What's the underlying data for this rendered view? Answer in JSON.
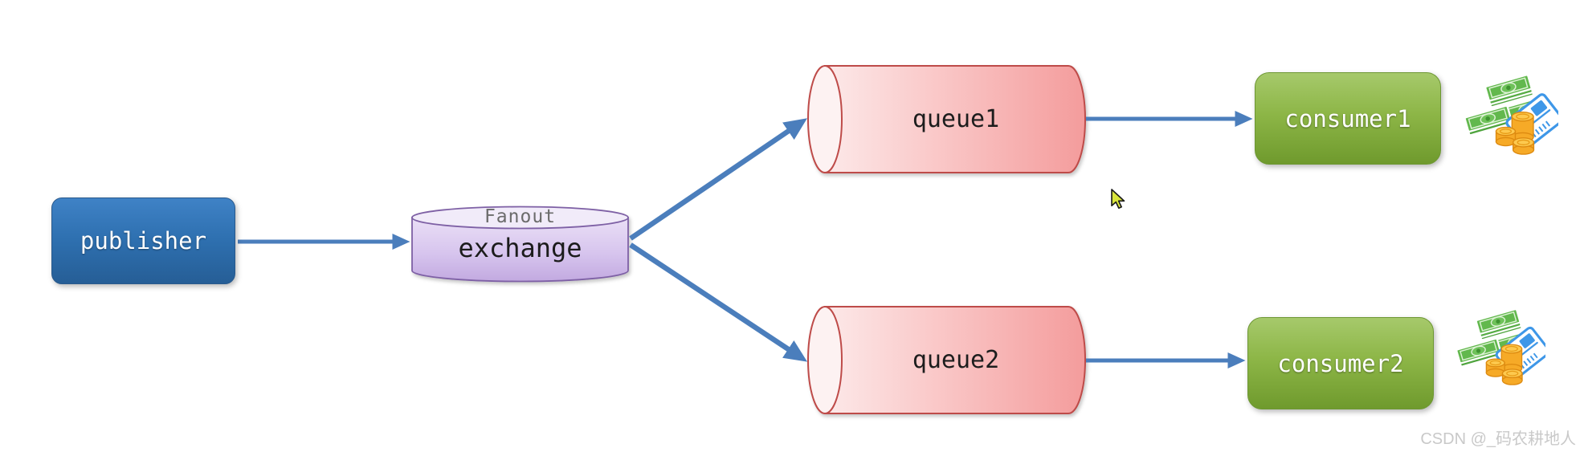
{
  "nodes": {
    "publisher": {
      "label": "publisher",
      "fill": "#2F6FB0"
    },
    "exchange": {
      "type_label": "Fanout",
      "label": "exchange",
      "fill": "#D7C5EE",
      "border": "#7E61A5"
    },
    "queue1": {
      "label": "queue1",
      "fill": "#F8ABAB",
      "border": "#BE4B48"
    },
    "queue2": {
      "label": "queue2",
      "fill": "#F8ABAB",
      "border": "#BE4B48"
    },
    "consumer1": {
      "label": "consumer1",
      "fill": "#84AD3F"
    },
    "consumer2": {
      "label": "consumer2",
      "fill": "#84AD3F"
    }
  },
  "edges": [
    {
      "from": "publisher",
      "to": "exchange"
    },
    {
      "from": "exchange",
      "to": "queue1"
    },
    {
      "from": "exchange",
      "to": "queue2"
    },
    {
      "from": "queue1",
      "to": "consumer1"
    },
    {
      "from": "queue2",
      "to": "consumer2"
    }
  ],
  "colors": {
    "arrow": "#4B7EBC"
  },
  "icons": {
    "money": "money-cash-coins-icon",
    "cursor": "yellow-arrow-cursor-icon"
  },
  "watermark": {
    "text": "CSDN @_码农耕地人"
  }
}
